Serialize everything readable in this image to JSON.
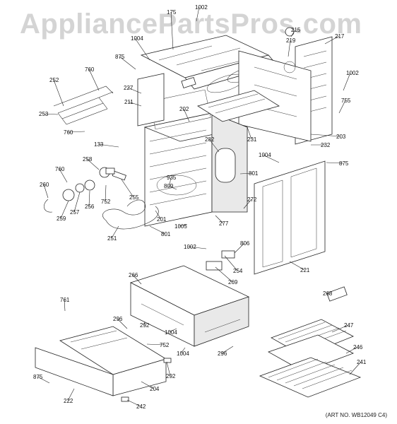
{
  "watermark": "AppliancePartsPros.com",
  "art_number": "(ART NO. WB12049 C4)",
  "callouts": [
    "175",
    "1002",
    "1004",
    "215",
    "217",
    "875",
    "219",
    "760",
    "1002",
    "252",
    "227",
    "211",
    "755",
    "253",
    "760",
    "202",
    "231",
    "203",
    "133",
    "282",
    "232",
    "1004",
    "875",
    "258",
    "760",
    "801",
    "935",
    "809",
    "260",
    "255",
    "752",
    "256",
    "257",
    "259",
    "272",
    "201",
    "1005",
    "277",
    "251",
    "801",
    "1002",
    "806",
    "254",
    "221",
    "266",
    "269",
    "268",
    "761",
    "296",
    "292",
    "1004",
    "752",
    "247",
    "246",
    "241",
    "1004",
    "296",
    "875",
    "204",
    "292",
    "222",
    "242"
  ]
}
